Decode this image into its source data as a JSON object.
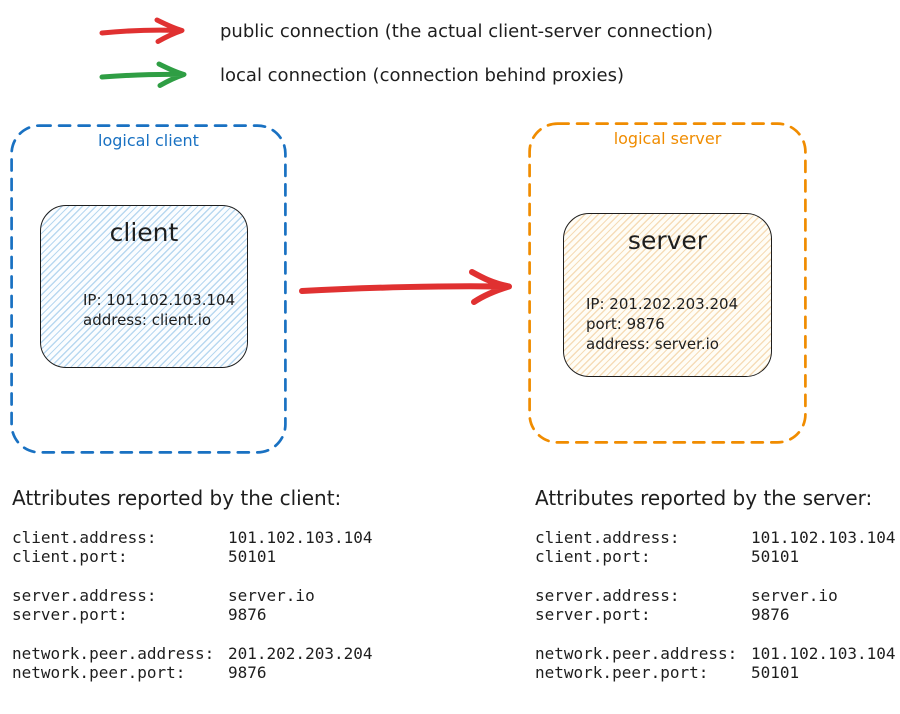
{
  "palette": {
    "ink": "#1e1e1e",
    "red": "#e03131",
    "green": "#2f9e44",
    "blue": "#1971c2",
    "orange": "#f08c00",
    "client_node_fill": "#fbfdff",
    "client_node_hatch": "#82b9e4",
    "server_node_fill": "#fffdf6",
    "server_node_hatch": "#ecbc7a"
  },
  "legend": {
    "public": {
      "label": "public connection (the actual client-server connection)",
      "color": "#e03131",
      "icon": "right-arrow-icon"
    },
    "local": {
      "label": "local connection (connection behind proxies)",
      "color": "#2f9e44",
      "icon": "right-arrow-icon"
    }
  },
  "diagram": {
    "client_group": {
      "label": "logical client",
      "color": "#1971c2",
      "node": {
        "title": "client",
        "lines": [
          "IP: 101.102.103.104",
          "address: client.io"
        ]
      }
    },
    "server_group": {
      "label": "logical server",
      "color": "#f08c00",
      "node": {
        "title": "server",
        "lines": [
          "IP: 201.202.203.204",
          "port: 9876",
          "address: server.io"
        ]
      }
    },
    "connection": {
      "type": "public",
      "color": "#e03131"
    }
  },
  "attributes_client": {
    "title": "Attributes reported by the client:",
    "groups": [
      [
        {
          "key": "client.address:",
          "value": "101.102.103.104"
        },
        {
          "key": "client.port:",
          "value": "50101"
        }
      ],
      [
        {
          "key": "server.address:",
          "value": "server.io"
        },
        {
          "key": "server.port:",
          "value": "9876"
        }
      ],
      [
        {
          "key": "network.peer.address:",
          "value": "201.202.203.204"
        },
        {
          "key": "network.peer.port:",
          "value": "9876"
        }
      ]
    ]
  },
  "attributes_server": {
    "title": "Attributes reported by the server:",
    "groups": [
      [
        {
          "key": "client.address:",
          "value": "101.102.103.104"
        },
        {
          "key": "client.port:",
          "value": "50101"
        }
      ],
      [
        {
          "key": "server.address:",
          "value": "server.io"
        },
        {
          "key": "server.port:",
          "value": "9876"
        }
      ],
      [
        {
          "key": "network.peer.address:",
          "value": "101.102.103.104"
        },
        {
          "key": "network.peer.port:",
          "value": "50101"
        }
      ]
    ]
  }
}
